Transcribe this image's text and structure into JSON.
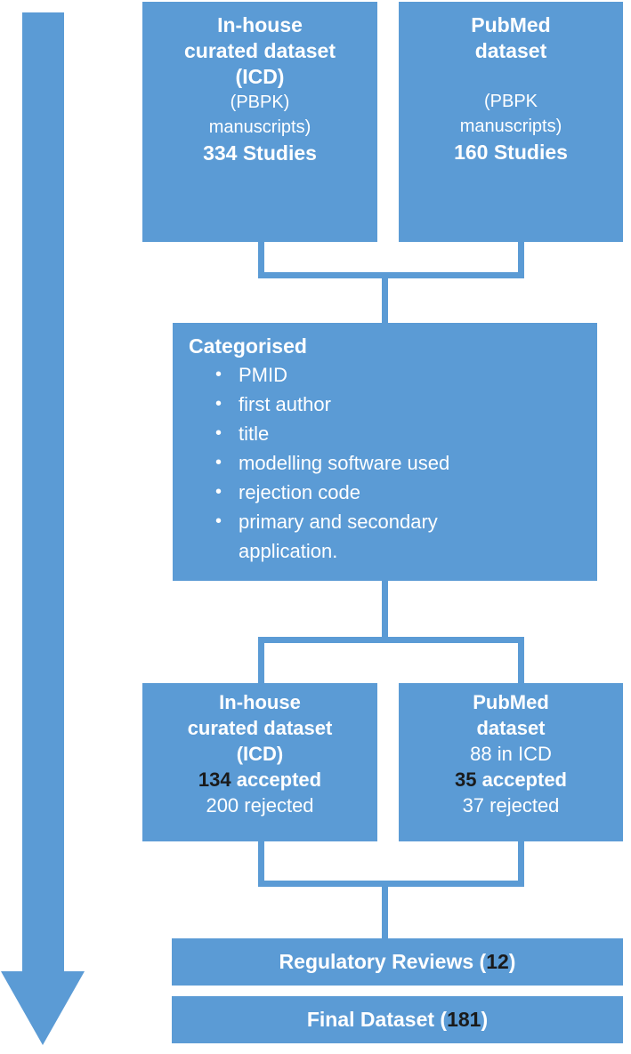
{
  "diagram": {
    "title": "PBPK study selection flow diagram",
    "type": "flowchart",
    "colors": {
      "box_fill": "#5B9BD5",
      "box_text": "#FFFFFF",
      "highlight_number": "#1A1A1A",
      "connector": "#5B9BD5",
      "background": "#FFFFFF"
    }
  },
  "flow_arrow": {
    "icon": "down-arrow-icon",
    "direction": "down",
    "color": "#5B9BD5"
  },
  "sources": {
    "in_house": {
      "title_line1": "In-house",
      "title_line2": "curated dataset",
      "title_line3": "(ICD)",
      "sub_line1": "(PBPK)",
      "sub_line2": "manuscripts)",
      "count": "334 Studies"
    },
    "pubmed": {
      "title_line1": "PubMed",
      "title_line2": "dataset",
      "sub_line1": "(PBPK",
      "sub_line2": "manuscripts)",
      "count": "160 Studies"
    }
  },
  "categorised": {
    "heading": "Categorised",
    "items": [
      {
        "text": "PMID"
      },
      {
        "text": "first author"
      },
      {
        "text": "title"
      },
      {
        "text": "modelling software used"
      },
      {
        "text": "rejection code"
      },
      {
        "text": "primary and secondary",
        "continuation": "application."
      }
    ]
  },
  "results": {
    "in_house": {
      "title_line1": "In-house",
      "title_line2": "curated dataset",
      "title_line3": "(ICD)",
      "accepted_number": "134",
      "accepted_label": "accepted",
      "rejected": "200 rejected"
    },
    "pubmed": {
      "title_line1": "PubMed",
      "title_line2": "dataset",
      "overlap": "88 in ICD",
      "accepted_number": "35",
      "accepted_label": "accepted",
      "rejected": "37 rejected"
    }
  },
  "outputs": {
    "regulatory": {
      "label": "Regulatory Reviews (",
      "number": "12",
      "suffix": ")"
    },
    "final": {
      "label": "Final Dataset (",
      "number": "181",
      "suffix": ")"
    }
  },
  "chart_data": {
    "type": "table",
    "title": "PBPK study selection counts",
    "categories": [
      "In-house curated dataset (ICD) total",
      "PubMed dataset total",
      "ICD accepted",
      "ICD rejected",
      "PubMed in ICD",
      "PubMed accepted",
      "PubMed rejected",
      "Regulatory Reviews",
      "Final Dataset"
    ],
    "values": [
      334,
      160,
      134,
      200,
      88,
      35,
      37,
      12,
      181
    ]
  }
}
